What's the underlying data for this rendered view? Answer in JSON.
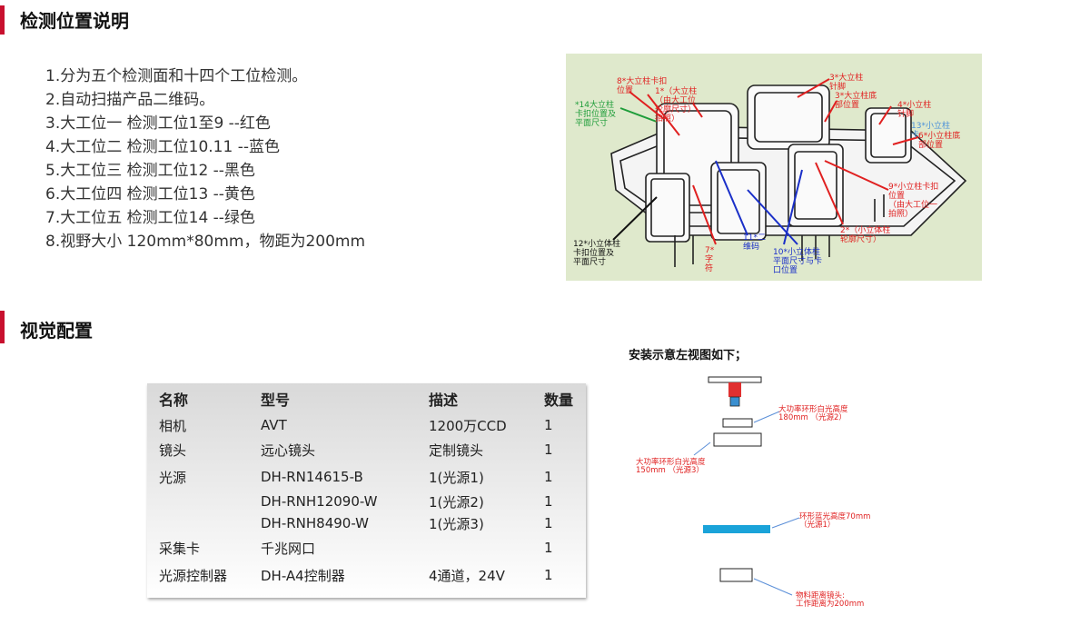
{
  "sections": {
    "detect": {
      "title": "检测位置说明"
    },
    "vision": {
      "title": "视觉配置"
    }
  },
  "detect_items": [
    "1.分为五个检测面和十四个工位检测。",
    "2.自动扫描产品二维码。",
    "3.大工位一   检测工位1至9 --红色",
    "4.大工位二   检测工位10.11 --蓝色",
    "5.大工位三   检测工位12 --黑色",
    "6.大工位四   检测工位13 --黄色",
    "7.大工位五   检测工位14 --绿色",
    "8.视野大小 120mm*80mm，物距为200mm"
  ],
  "photo_labels": {
    "l8": "8*大立柱卡扣\n位置",
    "l1": "1*（大立柱\n（由大工位\n轮廓尺寸）\n拍照）",
    "l14": "*14大立柱\n卡扣位置及\n平面尺寸",
    "l3a": "3*大立柱\n针脚",
    "l3b": "3*大立柱底\n部位置",
    "l4": "4*小立柱\n针脚",
    "l13": "13*小立柱\n卡",
    "l6": "6*小立柱底\n部位置",
    "l9": "9*小立柱卡扣\n位置\n（由大工位一\n拍照）",
    "l2": "2*（小立体柱\n轮廓尺寸）",
    "l12": "12*小立体柱\n卡扣位置及\n平面尺寸",
    "l7": "7*\n字\n符",
    "l11": "11*二\n维码",
    "l10": "10*小立体柱\n平面尺寸与卡\n口位置"
  },
  "table": {
    "headers": [
      "名称",
      "型号",
      "描述",
      "数量"
    ],
    "rows": [
      [
        "相机",
        "AVT",
        "1200万CCD",
        "1"
      ],
      [
        "镜头",
        "远心镜头",
        "定制镜头",
        "1"
      ],
      [
        "光源",
        "DH-RN14615-B",
        "1(光源1)",
        "1"
      ],
      [
        "",
        "DH-RNH12090-W",
        "1(光源2)",
        "1"
      ],
      [
        "",
        "DH-RNH8490-W",
        "1(光源3)",
        "1"
      ],
      [
        "采集卡",
        "千兆网口",
        "",
        "1"
      ],
      [
        "光源控制器",
        "DH-A4控制器",
        "4通道，24V",
        "1"
      ]
    ]
  },
  "diagram": {
    "title": "安装示意左视图如下；",
    "label_light2": "大功率环形白光高度\n180mm      （光源2）",
    "label_light3": "大功率环形白光高度\n150mm      （光源3）",
    "label_light1": "环形蓝光高度70mm\n（光源1）",
    "label_object": "物料距离镜头:\n工作距离为200mm"
  },
  "colors": {
    "accent": "#c8102e",
    "blue_light": "#1aa3d9",
    "red_label": "#e02020"
  }
}
